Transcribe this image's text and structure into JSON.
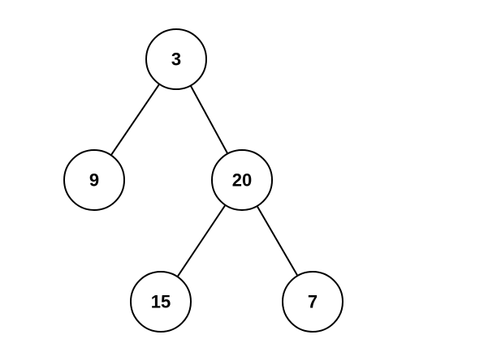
{
  "tree": {
    "nodes": [
      {
        "id": "n3",
        "label": "3"
      },
      {
        "id": "n9",
        "label": "9"
      },
      {
        "id": "n20",
        "label": "20"
      },
      {
        "id": "n15",
        "label": "15"
      },
      {
        "id": "n7",
        "label": "7"
      }
    ],
    "edges": [
      {
        "from": "n3",
        "to": "n9"
      },
      {
        "from": "n3",
        "to": "n20"
      },
      {
        "from": "n20",
        "to": "n15"
      },
      {
        "from": "n20",
        "to": "n7"
      }
    ]
  },
  "colors": {
    "stroke": "#000000",
    "fill": "#ffffff",
    "text": "#000000"
  }
}
